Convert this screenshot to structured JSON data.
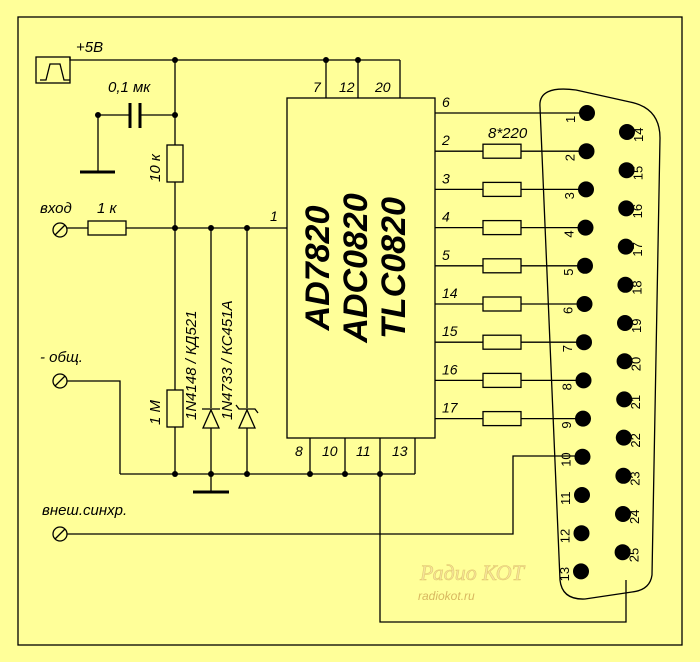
{
  "power_label": "+5B",
  "capacitor_label": "0,1 мк",
  "r_pullup_label": "10 к",
  "input_label": "вход",
  "r_input_label": "1 к",
  "ground_label": "- общ.",
  "sync_label": "внеш.синхр.",
  "r_bottom_label": "1 М",
  "diode1_label": "1N4148 / КД521",
  "diode2_label": "1N4733 / КС451А",
  "resistor_array_label": "8*220",
  "chip": {
    "line1": "AD7820",
    "line2": "ADC0820",
    "line3": "TLC0820"
  },
  "chip_pins": {
    "top": [
      "7",
      "12",
      "20"
    ],
    "left": "1",
    "bottom": [
      "8",
      "10",
      "11",
      "13"
    ],
    "right": [
      "6",
      "2",
      "3",
      "4",
      "5",
      "14",
      "15",
      "16",
      "17"
    ]
  },
  "db25_pins_row1": [
    "1",
    "2",
    "3",
    "4",
    "5",
    "6",
    "7",
    "8",
    "9",
    "10",
    "11",
    "12",
    "13"
  ],
  "db25_pins_row2": [
    "14",
    "15",
    "16",
    "17",
    "18",
    "19",
    "20",
    "21",
    "22",
    "23",
    "24",
    "25"
  ],
  "watermark": {
    "logo": "Радио КОТ",
    "url": "radiokot.ru"
  }
}
